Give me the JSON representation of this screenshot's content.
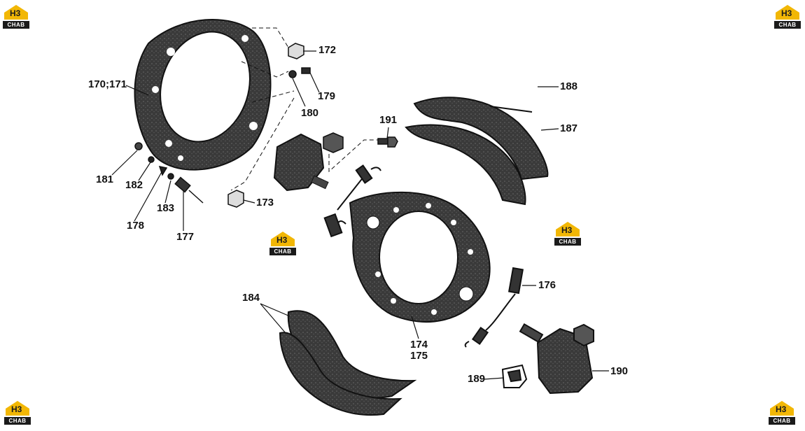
{
  "watermark": {
    "mark": "H3",
    "caption": "CHAB",
    "color_yellow": "#F2B705",
    "color_dark": "#1B1B1B"
  },
  "callouts": {
    "c172": "172",
    "c170_171": "170;171",
    "c179": "179",
    "c180": "180",
    "c188": "188",
    "c191": "191",
    "c187": "187",
    "c181": "181",
    "c182": "182",
    "c173": "173",
    "c183": "183",
    "c178": "178",
    "c177": "177",
    "c176": "176",
    "c184": "184",
    "c174": "174",
    "c175": "175",
    "c189": "189",
    "c190": "190"
  }
}
